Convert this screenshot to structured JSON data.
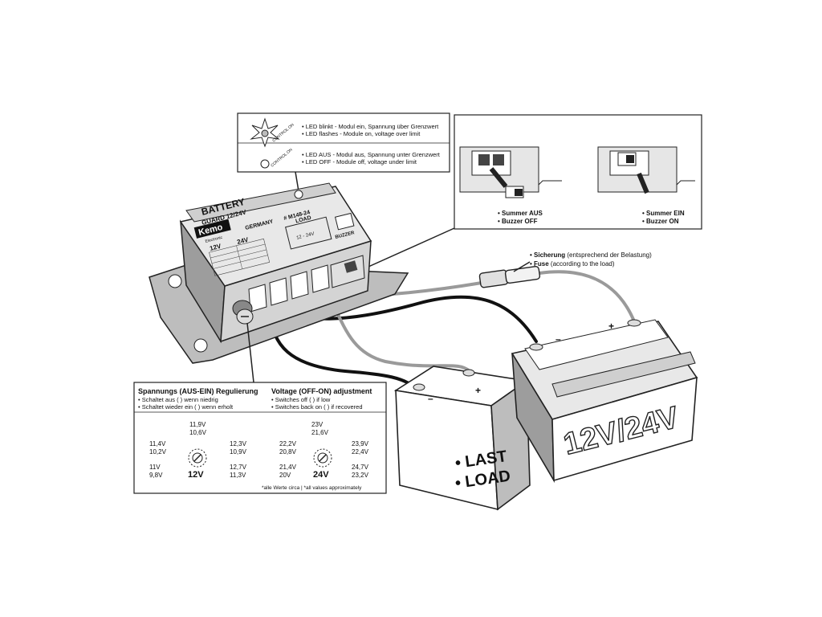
{
  "led_box": {
    "blink_de": "• LED blinkt - Modul ein, Spannung über Grenzwert",
    "blink_en": "• LED flashes - Module on, voltage over limit",
    "off_de": "• LED AUS - Modul aus, Spannung unter Grenzwert",
    "off_en": "• LED OFF - Module off, voltage under limit",
    "control_on": "CONTROL ON"
  },
  "buzzer_box": {
    "left_de": "• Summer AUS",
    "left_en": "• Buzzer OFF",
    "right_de": "• Summer EIN",
    "right_en": "• Buzzer ON"
  },
  "fuse": {
    "de_bold": "• Sicherung",
    "de_rest": " (entsprechend der Belastung)",
    "en_bold": "• Fuse",
    "en_rest": " (according to the load)"
  },
  "module": {
    "brand": "Kemo",
    "title": "BATTERY",
    "subtitle": "GUARD 12/24V",
    "germany": "GERMANY",
    "model": "# M148-24",
    "load": "LOAD",
    "load_range": "12 - 24V",
    "buzzer": "BUZZER",
    "electronic": "Electronic",
    "v12": "12V",
    "v24": "24V"
  },
  "adjust": {
    "de_title": "Spannungs (AUS-EIN) Regulierung",
    "de_line1": "• Schaltet aus (  ) wenn niedrig",
    "de_line2": "• Schaltet wieder ein (  ) wenn erholt",
    "en_title": "Voltage (OFF-ON) adjustment",
    "en_line1": "• Switches off (  ) if low",
    "en_line2": "• Switches back on (  ) if recovered",
    "v12": {
      "label": "12V",
      "top_on": "11,9V",
      "top_off": "10,6V",
      "ul_on": "11,4V",
      "ul_off": "10,2V",
      "ur_on": "12,3V",
      "ur_off": "10,9V",
      "ll_on": "11V",
      "ll_off": "9,8V",
      "lr_on": "12,7V",
      "lr_off": "11,3V"
    },
    "v24": {
      "label": "24V",
      "top_on": "23V",
      "top_off": "21,6V",
      "ul_on": "22,2V",
      "ul_off": "20,8V",
      "ur_on": "23,9V",
      "ur_off": "22,4V",
      "ll_on": "21,4V",
      "ll_off": "20V",
      "lr_on": "24,7V",
      "lr_off": "23,2V"
    },
    "note": "*alle Werte circa | *all values approximately"
  },
  "load_box": {
    "line1": "• LAST",
    "line2": "• LOAD",
    "minus": "–",
    "plus": "+"
  },
  "battery": {
    "label": "12V/24V",
    "minus": "–",
    "plus": "+"
  },
  "colors": {
    "wire_black": "#111111",
    "wire_grey": "#9a9a9a",
    "module_grey": "#cfcfcf",
    "base_grey": "#bdbdbd"
  }
}
